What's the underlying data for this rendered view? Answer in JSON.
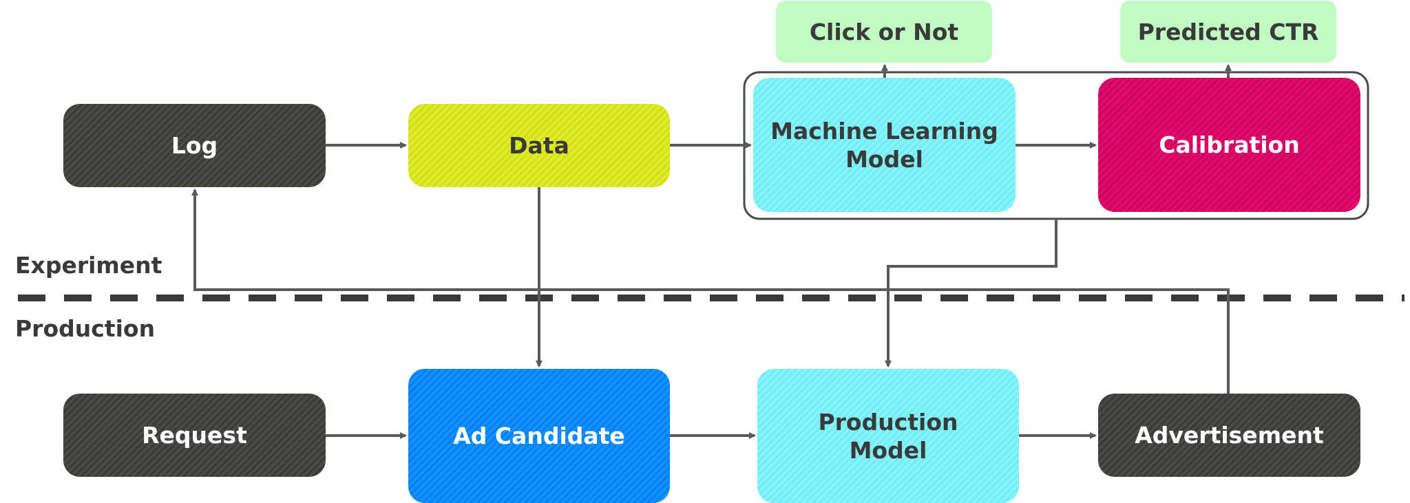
{
  "nodes": {
    "log": "Log",
    "data": "Data",
    "ml_model": "Machine Learning\nModel",
    "calibration": "Calibration",
    "click_or_not": "Click or Not",
    "predicted_ctr": "Predicted CTR",
    "request": "Request",
    "ad_candidate": "Ad Candidate",
    "production_model": "Production\nModel",
    "advertisement": "Advertisement"
  },
  "sections": {
    "experiment": "Experiment",
    "production": "Production"
  },
  "colors": {
    "dark": "#404040",
    "lime": "#dbe826",
    "cyan": "#7ff2f9",
    "pink": "#d80a68",
    "blue": "#0a88fa",
    "output_green": "#c0fbc4",
    "connector": "#5a5a5a"
  }
}
